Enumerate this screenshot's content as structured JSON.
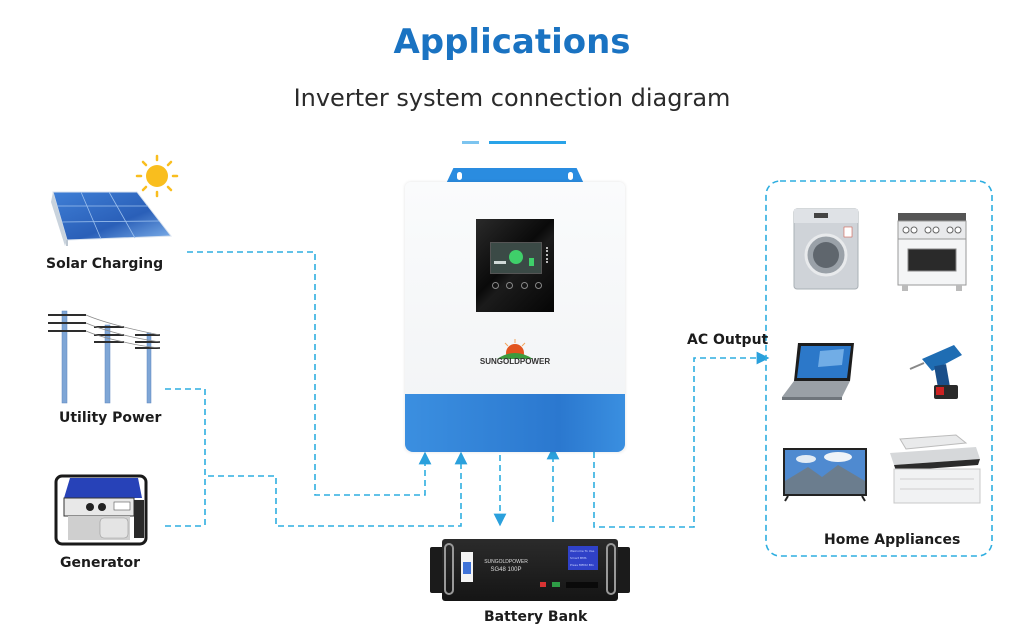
{
  "header": {
    "title": "Applications",
    "subtitle": "Inverter system connection diagram"
  },
  "colors": {
    "title": "#1a73c2",
    "accent_line": "#29a3e8",
    "connector": "#2eaee0",
    "inverter_blue": "#2f86d6"
  },
  "sources": [
    {
      "label": "Solar Charging",
      "icon": "solar-panel-icon"
    },
    {
      "label": "Utility Power",
      "icon": "utility-pole-icon"
    },
    {
      "label": "Generator",
      "icon": "generator-icon"
    }
  ],
  "inverter": {
    "brand": "SUNGOLDPOWER",
    "icon": "inverter-icon"
  },
  "battery": {
    "label": "Battery Bank",
    "brand": "SUNGOLDPOWER",
    "model": "SG48 100P",
    "lcd_lines": [
      "Welcome To Use",
      "Smart BMS",
      "Press MENU Btn"
    ],
    "icon": "battery-rack-icon"
  },
  "output": {
    "label": "AC Output"
  },
  "appliances": {
    "label": "Home Appliances",
    "items": [
      {
        "name": "washing-machine",
        "icon": "washing-machine-icon"
      },
      {
        "name": "stove-oven",
        "icon": "stove-icon"
      },
      {
        "name": "laptop",
        "icon": "laptop-icon"
      },
      {
        "name": "power-drill",
        "icon": "drill-icon"
      },
      {
        "name": "television",
        "icon": "tv-icon"
      },
      {
        "name": "printer",
        "icon": "printer-icon"
      }
    ]
  }
}
